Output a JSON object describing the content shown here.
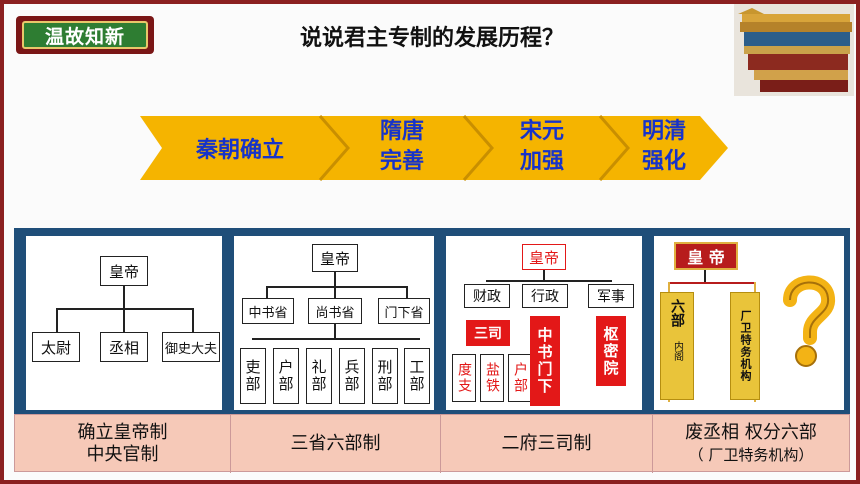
{
  "header": {
    "badge": "温故知新",
    "title": "说说君主专制的发展历程？"
  },
  "stages": [
    {
      "line1": "秦朝确立",
      "line2": ""
    },
    {
      "line1": "隋唐",
      "line2": "完善"
    },
    {
      "line1": "宋元",
      "line2": "加强"
    },
    {
      "line1": "明清",
      "line2": "强化"
    }
  ],
  "panel1": {
    "top": "皇帝",
    "items": [
      "太尉",
      "丞相",
      "御史大夫"
    ]
  },
  "panel2": {
    "top": "皇帝",
    "mid": [
      "中书省",
      "尚书省",
      "门下省"
    ],
    "bottom": [
      "吏部",
      "户部",
      "礼部",
      "兵部",
      "刑部",
      "工部"
    ]
  },
  "panel3": {
    "top": "皇帝",
    "mid": [
      "财政",
      "行政",
      "军事"
    ],
    "sansi": "三司",
    "sub": [
      "度支",
      "盐铁",
      "户部"
    ],
    "zhongshu": "中书门下",
    "shumi": "枢密院"
  },
  "panel4": {
    "top": "皇 帝",
    "left": "六部",
    "left_sub": "内阁",
    "right": "厂卫特务机构"
  },
  "captions": [
    {
      "line1": "确立皇帝制",
      "line2": "中央官制"
    },
    {
      "line1": "三省六部制",
      "line2": ""
    },
    {
      "line1": "二府三司制",
      "line2": ""
    },
    {
      "line1": "废丞相  权分六部",
      "line2": "（ 厂卫特务机构）"
    }
  ],
  "colors": {
    "arrow": "#f5b400",
    "arrow_text": "#1733c9",
    "frame": "#8b2020",
    "badge_bg": "#2e7d32",
    "panel_bg": "#1f4e79",
    "caption_bg": "#f6c9b8",
    "red": "#e31818",
    "ming_red": "#b71c1c"
  },
  "icons": [
    "question-mark-icon",
    "palace-roof-icon"
  ]
}
